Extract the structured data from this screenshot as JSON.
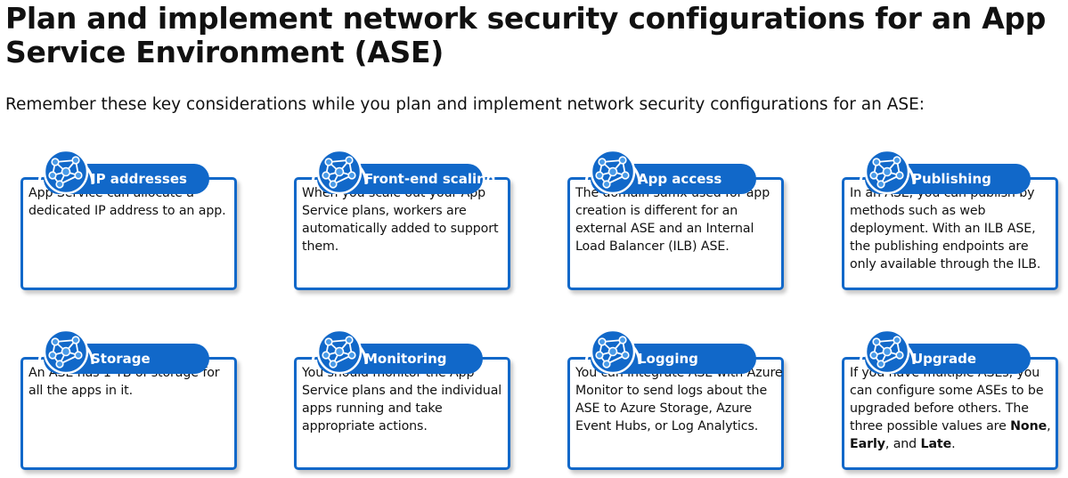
{
  "page": {
    "title": "Plan and implement network security configurations for an App Service Environment (ASE)",
    "intro": "Remember these key considerations while you plan and implement network security configurations for an ASE:"
  },
  "icons": {
    "card_badge": "network-nodes-icon"
  },
  "colors": {
    "accent": "#1168c9",
    "accent_light": "#4a9be8",
    "text": "#111111"
  },
  "cards": [
    {
      "title": "IP addresses",
      "body": [
        {
          "t": "App Service can allocate a dedicated IP address to an app."
        }
      ]
    },
    {
      "title": "Front-end scaling",
      "body": [
        {
          "t": "When you scale out your App Service plans, workers are automatically added to support them."
        }
      ]
    },
    {
      "title": "App access",
      "body": [
        {
          "t": "The domain suffix used for app creation is different for an external ASE and an Internal Load Balancer (ILB) ASE."
        }
      ]
    },
    {
      "title": "Publishing",
      "body": [
        {
          "t": "In an ASE, you can publish by methods such as web deployment. With an ILB ASE, the publishing endpoints are only available through the ILB."
        }
      ]
    },
    {
      "title": "Storage",
      "body": [
        {
          "t": "An ASE has 1 TB of storage for all the apps in it."
        }
      ]
    },
    {
      "title": "Monitoring",
      "body": [
        {
          "t": "You should monitor the App Service plans and the individual apps running and take appropriate actions."
        }
      ]
    },
    {
      "title": "Logging",
      "body": [
        {
          "t": "You can integrate ASE with Azure Monitor to send logs about the ASE to Azure Storage, Azure Event Hubs, or Log Analytics."
        }
      ]
    },
    {
      "title": "Upgrade",
      "body": [
        {
          "t": "If you have multiple ASEs, you can configure some ASEs to be upgraded before others. The three possible values are "
        },
        {
          "t": "None",
          "b": true
        },
        {
          "t": ", "
        },
        {
          "t": "Early",
          "b": true
        },
        {
          "t": ", and "
        },
        {
          "t": "Late",
          "b": true
        },
        {
          "t": "."
        }
      ]
    }
  ]
}
